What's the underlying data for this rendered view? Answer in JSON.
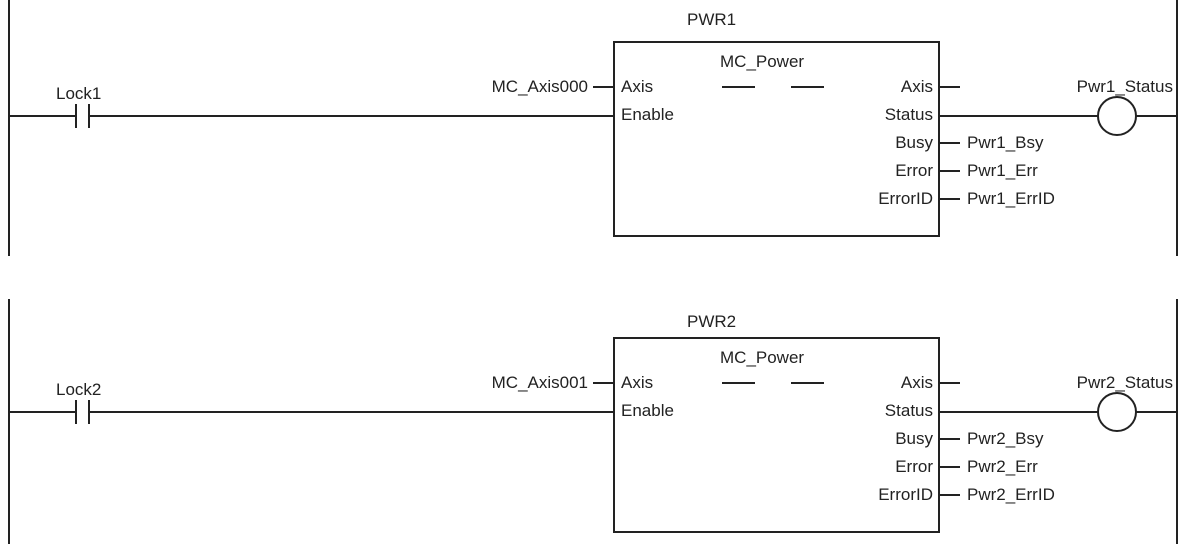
{
  "rungs": [
    {
      "contact_label": "Lock1",
      "instance_name": "PWR1",
      "fb_type": "MC_Power",
      "axis_variable": "MC_Axis000",
      "inputs": [
        "Axis",
        "Enable"
      ],
      "outputs": [
        "Axis",
        "Status",
        "Busy",
        "Error",
        "ErrorID"
      ],
      "output_variables": [
        "",
        "",
        "Pwr1_Bsy",
        "Pwr1_Err",
        "Pwr1_ErrID"
      ],
      "coil_label": "Pwr1_Status"
    },
    {
      "contact_label": "Lock2",
      "instance_name": "PWR2",
      "fb_type": "MC_Power",
      "axis_variable": "MC_Axis001",
      "inputs": [
        "Axis",
        "Enable"
      ],
      "outputs": [
        "Axis",
        "Status",
        "Busy",
        "Error",
        "ErrorID"
      ],
      "output_variables": [
        "",
        "",
        "Pwr2_Bsy",
        "Pwr2_Err",
        "Pwr2_ErrID"
      ],
      "coil_label": "Pwr2_Status"
    }
  ]
}
